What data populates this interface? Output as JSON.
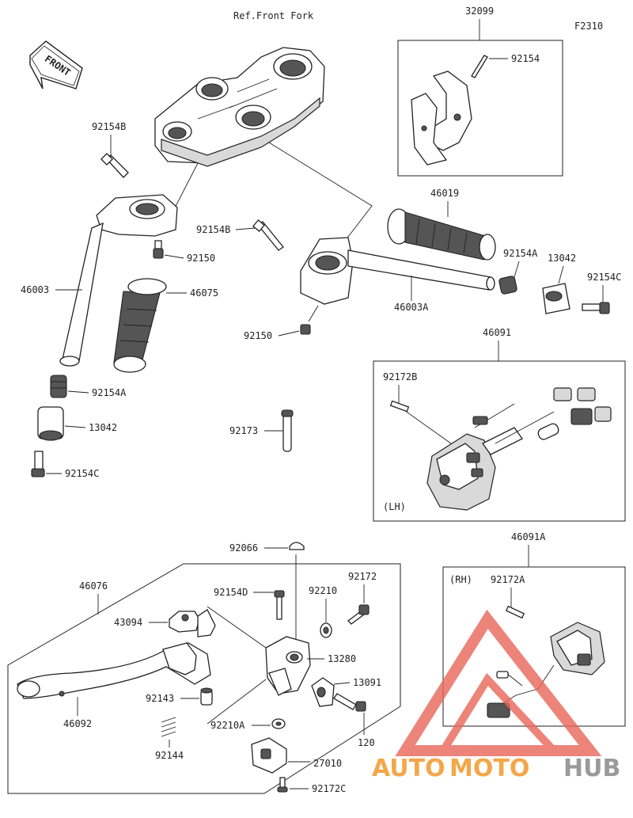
{
  "diagram_code": "F2310",
  "reference_label": "Ref.Front Fork",
  "front_badge": "FRONT",
  "side_labels": {
    "lh": "(LH)",
    "rh": "(RH)"
  },
  "part_labels": {
    "p32099": "32099",
    "p92154_top": "92154",
    "p92154B_left": "92154B",
    "p92154B_mid": "92154B",
    "p46019": "46019",
    "p92150_left": "92150",
    "p46003": "46003",
    "p46075": "46075",
    "p92154A_right": "92154A",
    "p13042_right": "13042",
    "p92154C_right": "92154C",
    "p46003A": "46003A",
    "p92150_mid": "92150",
    "p46091": "46091",
    "p92154A_left": "92154A",
    "p13042_left": "13042",
    "p92172B": "92172B",
    "p92173": "92173",
    "p92154C_left": "92154C",
    "p92066": "92066",
    "p46091A": "46091A",
    "p46076": "46076",
    "p92172": "92172",
    "p92154D": "92154D",
    "p92210": "92210",
    "p92172A": "92172A",
    "p43094": "43094",
    "p13280": "13280",
    "p13091": "13091",
    "p92143": "92143",
    "p46092": "46092",
    "p92210A": "92210A",
    "p120": "120",
    "p92144": "92144",
    "p27010": "27010",
    "p92172C": "92172C"
  },
  "watermark": {
    "part1": "AUTO",
    "part2": "MOTO",
    "part3": "HUB"
  },
  "colors": {
    "watermark_orange": "#f4a74a",
    "watermark_red": "#e8665a",
    "watermark_gray": "#9a9a9a",
    "line": "#222222"
  }
}
